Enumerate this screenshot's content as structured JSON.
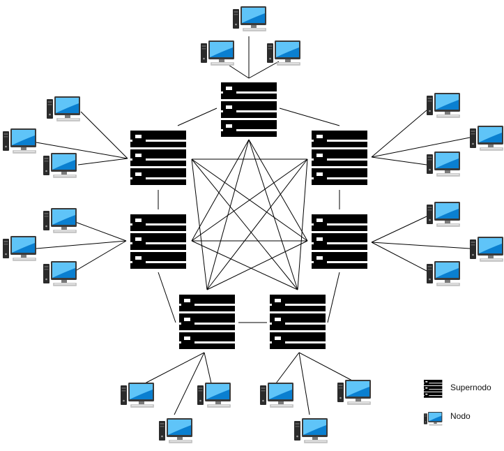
{
  "legend": {
    "supernode_label": "Supernodo",
    "node_label": "Nodo",
    "supernode_icon": "server-rack-icon",
    "node_icon": "desktop-computer-icon"
  },
  "colors": {
    "server": "#000000",
    "link": "#000000",
    "screen_light": "#6fd0ff",
    "screen_dark": "#0a7fd0",
    "tower": "#2b2b2b",
    "tower_light": "#5a5a5a",
    "keyboard": "#c8c8c8"
  },
  "supernodes": [
    "top",
    "upper-left",
    "upper-right",
    "mid-left",
    "mid-right",
    "bottom-left",
    "bottom-right"
  ],
  "supernode_links": [
    [
      "top",
      "upper-left"
    ],
    [
      "top",
      "upper-right"
    ],
    [
      "upper-left",
      "mid-left"
    ],
    [
      "upper-right",
      "mid-right"
    ],
    [
      "mid-left",
      "bottom-left"
    ],
    [
      "mid-right",
      "bottom-right"
    ],
    [
      "bottom-left",
      "bottom-right"
    ]
  ],
  "mesh_links": [
    [
      "top",
      "mid-left"
    ],
    [
      "top",
      "mid-right"
    ],
    [
      "top",
      "bottom-left"
    ],
    [
      "top",
      "bottom-right"
    ],
    [
      "upper-left",
      "upper-right"
    ],
    [
      "upper-left",
      "mid-right"
    ],
    [
      "upper-left",
      "bottom-left"
    ],
    [
      "upper-left",
      "bottom-right"
    ],
    [
      "upper-right",
      "mid-left"
    ],
    [
      "upper-right",
      "bottom-left"
    ],
    [
      "upper-right",
      "bottom-right"
    ],
    [
      "mid-left",
      "mid-right"
    ],
    [
      "mid-left",
      "bottom-right"
    ],
    [
      "mid-right",
      "bottom-left"
    ]
  ],
  "node_groups": [
    {
      "supernode": "top",
      "nodes": 3
    },
    {
      "supernode": "upper-left",
      "nodes": 3
    },
    {
      "supernode": "upper-right",
      "nodes": 3
    },
    {
      "supernode": "mid-left",
      "nodes": 3
    },
    {
      "supernode": "mid-right",
      "nodes": 3
    },
    {
      "supernode": "bottom-left",
      "nodes": 3
    },
    {
      "supernode": "bottom-right",
      "nodes": 3
    }
  ]
}
